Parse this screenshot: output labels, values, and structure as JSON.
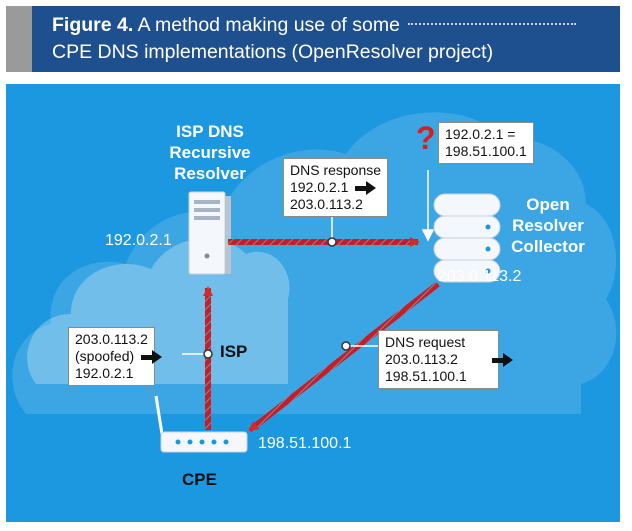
{
  "figure": {
    "label": "Figure 4.",
    "title_line1": "A method making use of some",
    "title_line2": "CPE DNS implementations (OpenResolver project)"
  },
  "nodes": {
    "isp_resolver": {
      "line1": "ISP DNS",
      "line2": "Recursive",
      "line3": "Resolver",
      "ip": "192.0.2.1"
    },
    "collector": {
      "line1": "Open",
      "line2": "Resolver",
      "line3": "Collector",
      "ip": "203.0.113.2"
    },
    "cpe": {
      "label": "CPE",
      "ip": "198.51.100.1"
    },
    "isp": {
      "label": "ISP"
    }
  },
  "boxes": {
    "query": {
      "line1": "192.0.2.1 =",
      "line2": "198.51.100.1",
      "mark": "?"
    },
    "dns_response": {
      "title": "DNS response",
      "from": "192.0.2.1",
      "to": "203.0.113.2"
    },
    "spoofed": {
      "from": "203.0.113.2",
      "note": "(spoofed)",
      "to": "192.0.2.1"
    },
    "dns_request": {
      "title": "DNS request",
      "from": "203.0.113.2",
      "to": "198.51.100.1"
    }
  },
  "colors": {
    "header": "#1e4f8e",
    "panel": "#1c98e0",
    "arrow": "#c41e2a",
    "arrow_gray": "#8a8a8a"
  }
}
